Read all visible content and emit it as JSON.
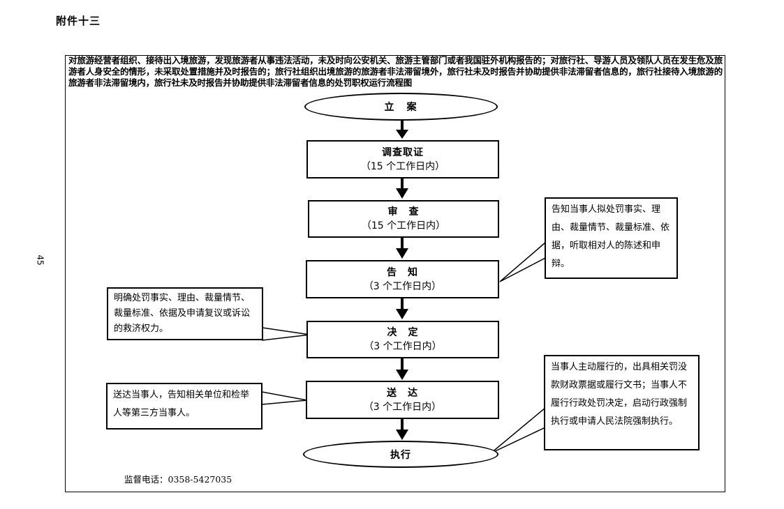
{
  "attachment_label": "附件十三",
  "page_number": "45",
  "title": "对旅游经营者组织、接待出入境旅游，发现旅游者从事违法活动，未及时向公安机关、旅游主管部门或者我国驻外机构报告的；对旅行社、导游人员及领队人员在发生危及旅游者人身安全的情形，未采取处置措施并及时报告的；旅行社组织出境旅游的旅游者非法滞留境外，旅行社未及时报告并协助提供非法滞留者信息的，旅行社接待入境旅游的旅游者非法滞留境内，旅行社未及时报告并协助提供非法滞留者信息的处罚职权运行流程图",
  "flow": {
    "start": "立　案",
    "investigate": {
      "title": "调查取证",
      "period": "（15 个工作日内）"
    },
    "review": {
      "title": "审　查",
      "period": "（15 个工作日内）"
    },
    "notify": {
      "title": "告　知",
      "period": "（3 个工作日内）"
    },
    "decide": {
      "title": "决　定",
      "period": "（3 个工作日内）"
    },
    "deliver": {
      "title": "送　达",
      "period": "（3 个工作日内）"
    },
    "execute": "执行"
  },
  "notes": {
    "notify_note": "告知当事人拟处罚事实、理由、裁量情节、裁量标准、依据，听取相对人的陈述和申辩。",
    "decide_note": "明确处罚事实、理由、裁量情节、裁量标准、依据及申请复议或诉讼的救济权力。",
    "deliver_note": "送达当事人，告知相关单位和检举人等第三方当事人。",
    "execute_note": "当事人主动履行的，出具相关罚没款财政票据或履行文书；当事人不履行行政处罚决定，启动行政强制执行或申请人民法院强制执行。"
  },
  "supervision_phone": "监督电话：0358-5427035"
}
